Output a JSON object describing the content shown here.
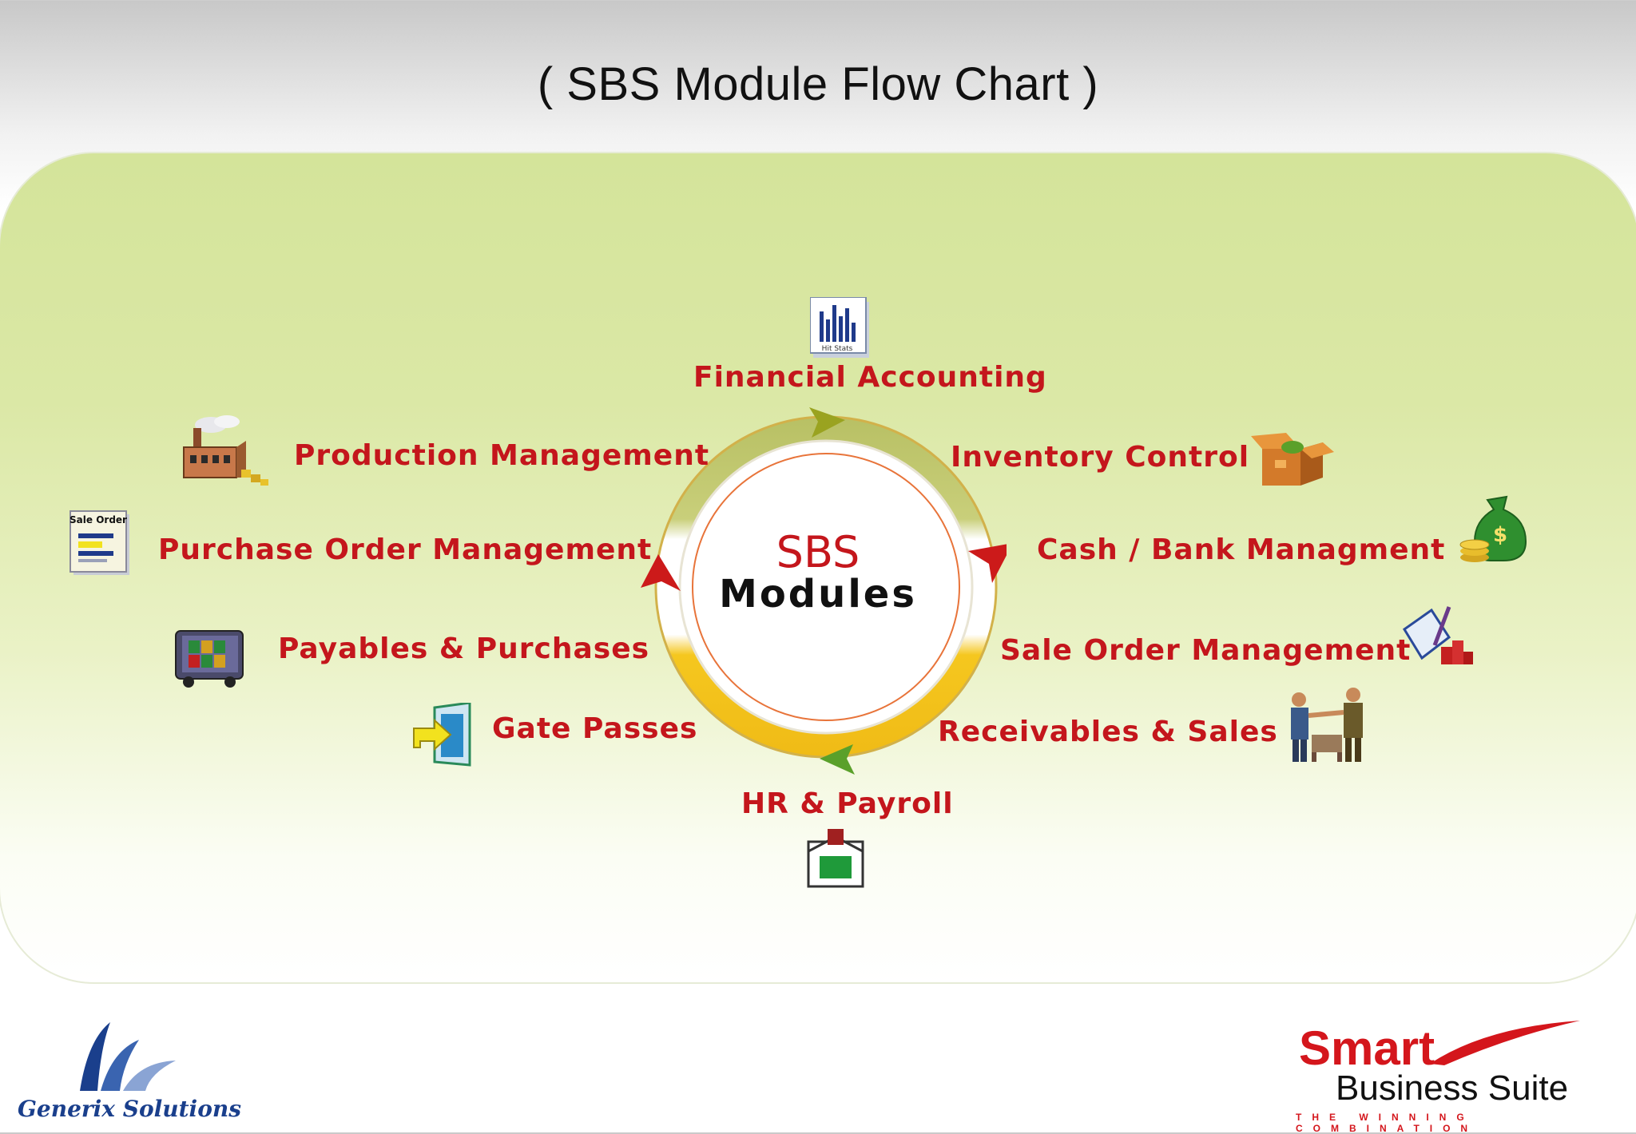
{
  "title": "( SBS Module Flow Chart )",
  "center": {
    "line1": "SBS",
    "line2": "Modules"
  },
  "modules": {
    "financial_accounting": "Financial Accounting",
    "inventory_control": "Inventory Control",
    "cash_bank": "Cash / Bank Managment",
    "sale_order": "Sale Order Management",
    "receivables_sales": "Receivables & Sales",
    "hr_payroll": "HR & Payroll",
    "gate_passes": "Gate Passes",
    "payables_purchases": "Payables & Purchases",
    "purchase_order": "Purchase Order Management",
    "production": "Production Management"
  },
  "icon_text": {
    "sale_order_doc": "Sale Order",
    "chart": "Hit Stats",
    "money": "$"
  },
  "footer": {
    "left_company": "Generix Solutions",
    "right_brand_1": "Smart",
    "right_brand_2": "Business Suite",
    "right_tagline": "THE WINNING COMBINATION"
  },
  "colors": {
    "label_red": "#c4161c",
    "ring_olive": "#c2c96e",
    "ring_yellow": "#f2c21b",
    "panel_green": "#d4e49a"
  }
}
